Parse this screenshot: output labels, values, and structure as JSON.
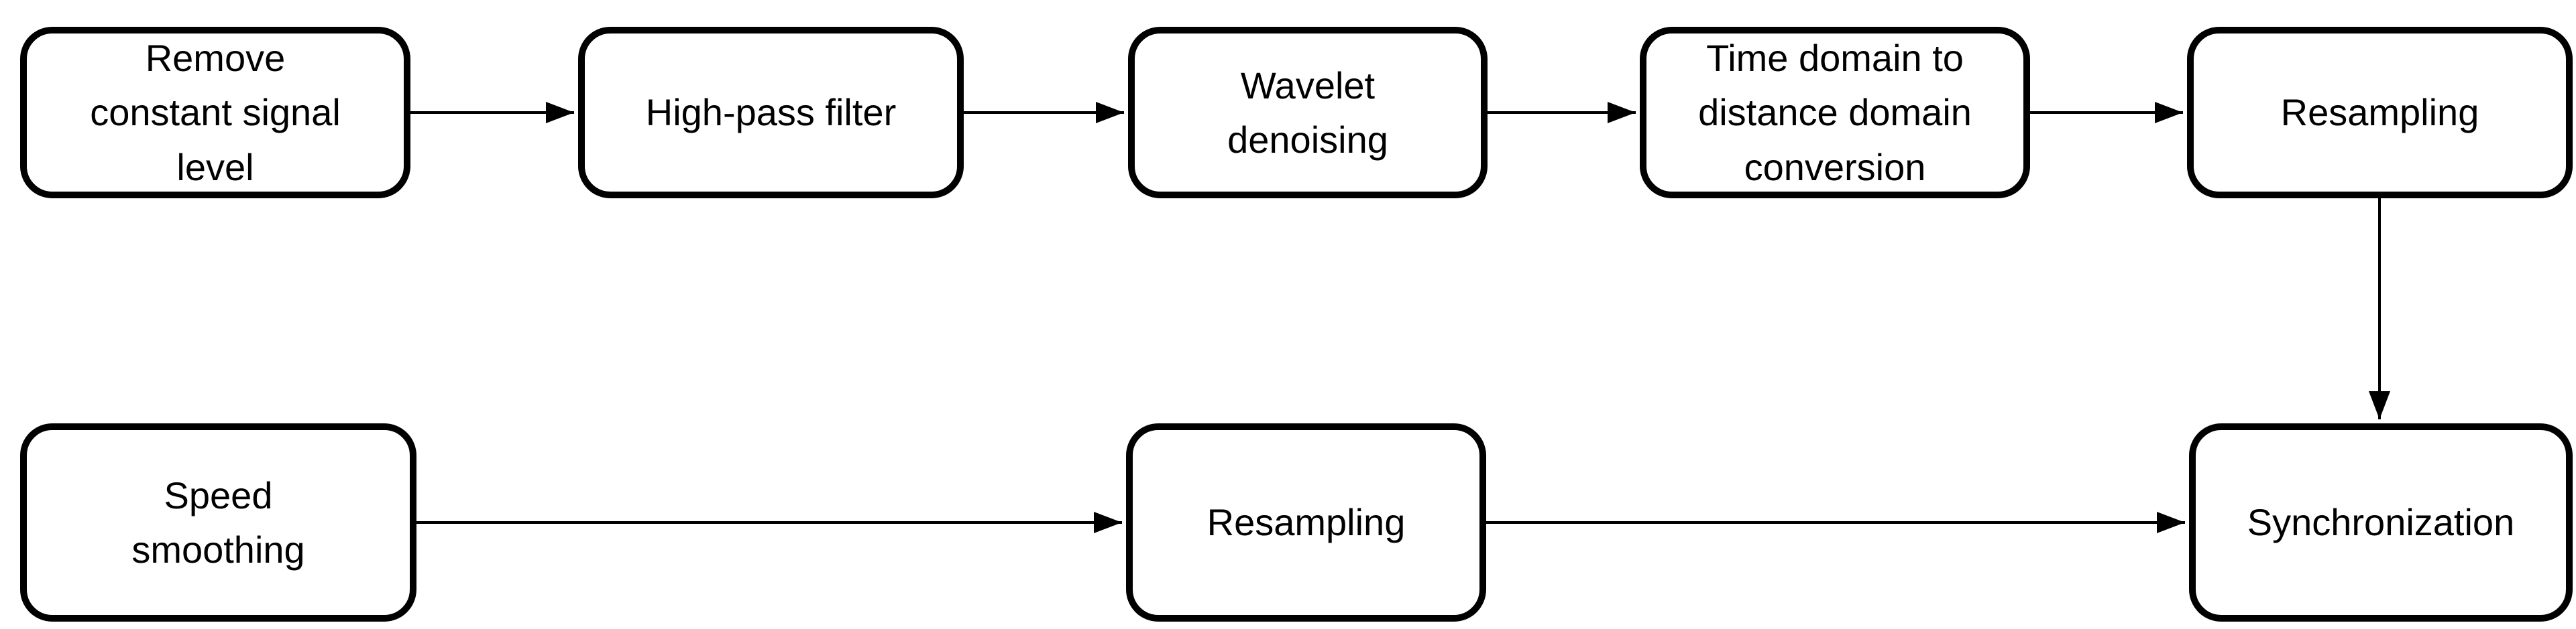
{
  "diagram": {
    "type": "flowchart",
    "background_color": "#ffffff",
    "node_fill_color": "#ffffff",
    "node_border_color": "#000000",
    "arrow_color": "#000000",
    "nodes": [
      {
        "id": "remove-constant-signal-level",
        "row": "top",
        "label": [
          "Remove",
          "constant signal",
          "level"
        ]
      },
      {
        "id": "high-pass-filter",
        "row": "top",
        "label": [
          "High-pass filter"
        ]
      },
      {
        "id": "wavelet-denoising",
        "row": "top",
        "label": [
          "Wavelet",
          "denoising"
        ]
      },
      {
        "id": "time-domain-to-distance-domain-conversion",
        "row": "top",
        "label": [
          "Time domain to",
          "distance domain",
          "conversion"
        ]
      },
      {
        "id": "resampling-top",
        "row": "top",
        "label": [
          "Resampling"
        ]
      },
      {
        "id": "speed-smoothing",
        "row": "bottom",
        "label": [
          "Speed",
          "smoothing"
        ]
      },
      {
        "id": "resampling-bottom",
        "row": "bottom",
        "label": [
          "Resampling"
        ]
      },
      {
        "id": "synchronization",
        "row": "bottom",
        "label": [
          "Synchronization"
        ]
      }
    ],
    "edges": [
      {
        "from": "remove-constant-signal-level",
        "to": "high-pass-filter",
        "direction": "right"
      },
      {
        "from": "high-pass-filter",
        "to": "wavelet-denoising",
        "direction": "right"
      },
      {
        "from": "wavelet-denoising",
        "to": "time-domain-to-distance-domain-conversion",
        "direction": "right"
      },
      {
        "from": "time-domain-to-distance-domain-conversion",
        "to": "resampling-top",
        "direction": "right"
      },
      {
        "from": "resampling-top",
        "to": "synchronization",
        "direction": "down"
      },
      {
        "from": "speed-smoothing",
        "to": "resampling-bottom",
        "direction": "right"
      },
      {
        "from": "resampling-bottom",
        "to": "synchronization",
        "direction": "right"
      }
    ]
  }
}
